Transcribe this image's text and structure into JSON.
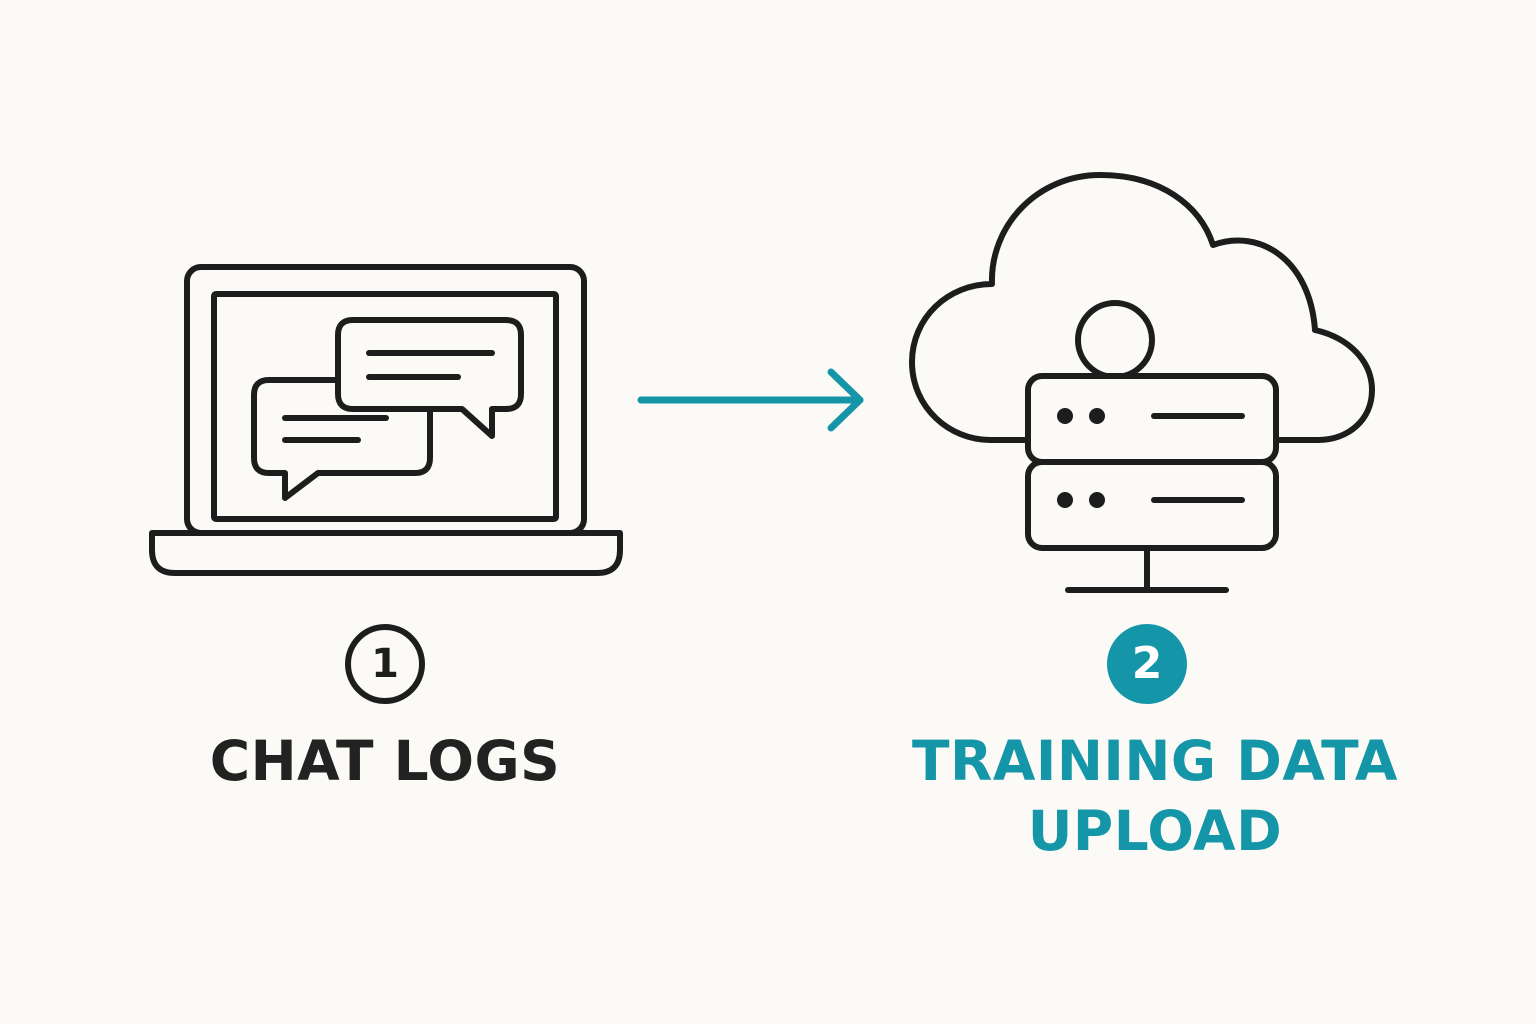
{
  "colors": {
    "background": "#fbfaf6",
    "outline": "#1d1d1d",
    "accent": "#1596a8"
  },
  "steps": [
    {
      "number": "1",
      "title": "CHAT LOGS",
      "icon": "laptop-chat-icon"
    },
    {
      "number": "2",
      "title_line1": "TRAINING DATA",
      "title_line2": "UPLOAD",
      "icon": "cloud-server-icon"
    }
  ],
  "connector": {
    "icon": "arrow-right-icon"
  }
}
